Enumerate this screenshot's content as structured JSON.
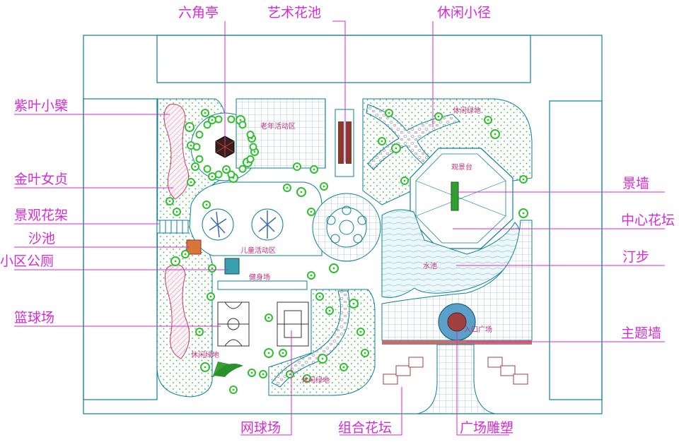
{
  "callouts": {
    "pavilion": "六角亭",
    "art_flowerbed": "艺术花池",
    "leisure_path": "休闲小径",
    "purple_barberry": "紫叶小檗",
    "golden_privet": "金叶女贞",
    "pergola": "景观花架",
    "sandpit": "沙池",
    "toilet": "小区公厕",
    "basketball": "篮球场",
    "landscape_wall": "景墙",
    "center_flowerbed": "中心花坛",
    "stepping_stones": "汀步",
    "theme_wall": "主题墙",
    "tennis": "网球场",
    "combined_flowerbed": "组合花坛",
    "plaza_sculpture": "广场雕塑"
  },
  "plan_labels": {
    "elderly_area": "老年活动区",
    "children_area": "儿童活动区",
    "fitness": "健身场",
    "leisure_green_top": "休闲绿地",
    "leisure_green_bottom_left": "休闲绿地",
    "leisure_green_bottom": "休闲绿地",
    "viewing_platform": "观景台",
    "water_pool": "水池",
    "entrance_plaza": "入口广场"
  },
  "colors": {
    "callout": "#d62ad6",
    "linework": "#0a7f9a",
    "plant": "#2fbf2f",
    "plan_text": "#c0307a"
  }
}
